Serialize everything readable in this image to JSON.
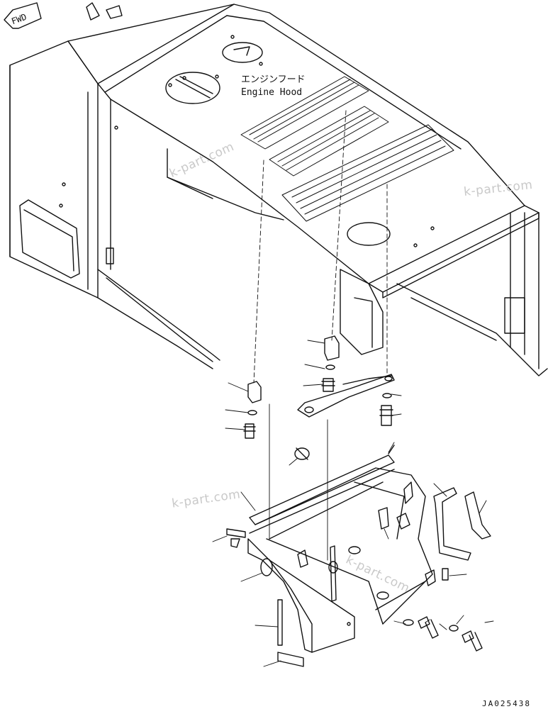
{
  "diagram": {
    "direction_badge": "FWD",
    "label_japanese": "エンジンフード",
    "label_english": "Engine Hood",
    "watermark": "k-part.com",
    "figure_number": "JA025438"
  },
  "colors": {
    "line": "#111111",
    "watermark": "#c9c9c9",
    "background": "#ffffff"
  }
}
